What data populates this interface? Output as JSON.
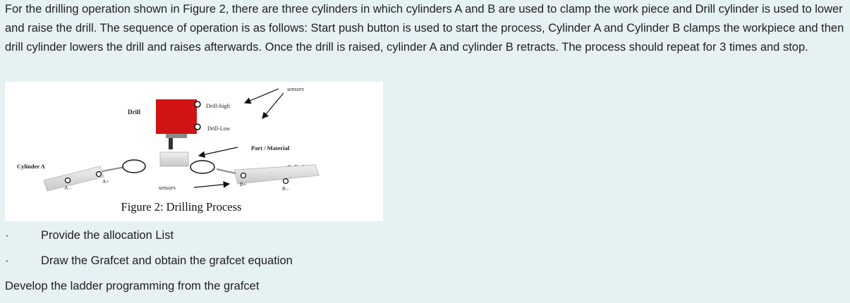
{
  "intro_text": "For the drilling operation shown in Figure 2, there are three cylinders in which cylinders A and B are used to clamp the work piece and Drill cylinder is used to lower and raise the drill. The sequence of operation is as follows: Start push button is used to start the process, Cylinder A and Cylinder B clamps the workpiece and then drill cylinder lowers the drill and raises afterwards. Once the drill is raised, cylinder A and cylinder B retracts. The process should repeat for 3 times and stop.",
  "figure": {
    "caption": "Figure 2: Drilling Process",
    "labels": {
      "sensors_top": "sensors",
      "drill": "Drill",
      "drill_high": "Drill-high",
      "drill_low": "Drill-Low",
      "part_material": "Part / Material",
      "cylinder_a": "Cylinder A",
      "cylinder_b": "Cylinder B",
      "a_plus": "A+",
      "a_minus": "A -",
      "b_plus": "B+",
      "b_minus": "B -",
      "sensors_bottom": "sensors"
    },
    "colors": {
      "drill_body": "#d01414",
      "cylinder": "#dcdcdc"
    }
  },
  "tasks": [
    {
      "bullet": "·",
      "text": "Provide the allocation List"
    },
    {
      "bullet": "·",
      "text": "Draw the Grafcet and obtain the grafcet equation"
    }
  ],
  "final_text": "Develop the ladder programming from the grafcet"
}
